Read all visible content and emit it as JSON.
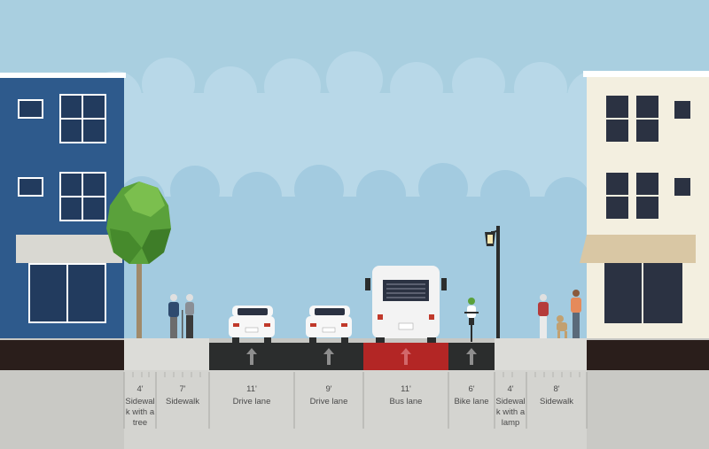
{
  "segments": [
    {
      "width": "4'",
      "name": "Sidewalk with a tree"
    },
    {
      "width": "7'",
      "name": "Sidewalk"
    },
    {
      "width": "11'",
      "name": "Drive lane"
    },
    {
      "width": "9'",
      "name": "Drive lane"
    },
    {
      "width": "11'",
      "name": "Bus lane"
    },
    {
      "width": "6'",
      "name": "Bike lane"
    },
    {
      "width": "4'",
      "name": "Sidewalk with a lamp"
    },
    {
      "width": "8'",
      "name": "Sidewalk"
    }
  ],
  "colors": {
    "sky": "#a9cfe0",
    "building_left": "#2e5a8c",
    "building_right": "#f3efe0",
    "awning": "#d9c7a4",
    "drive_lane": "#2b2d2d",
    "bus_lane": "#b32625",
    "sidewalk": "#dcdcd8",
    "tree": "#5aa13b"
  },
  "icons": [
    "lane-arrow-icon",
    "tree-icon",
    "street-lamp-icon",
    "car-icon",
    "bus-icon",
    "cyclist-icon",
    "pedestrian-icon",
    "dog-icon"
  ]
}
